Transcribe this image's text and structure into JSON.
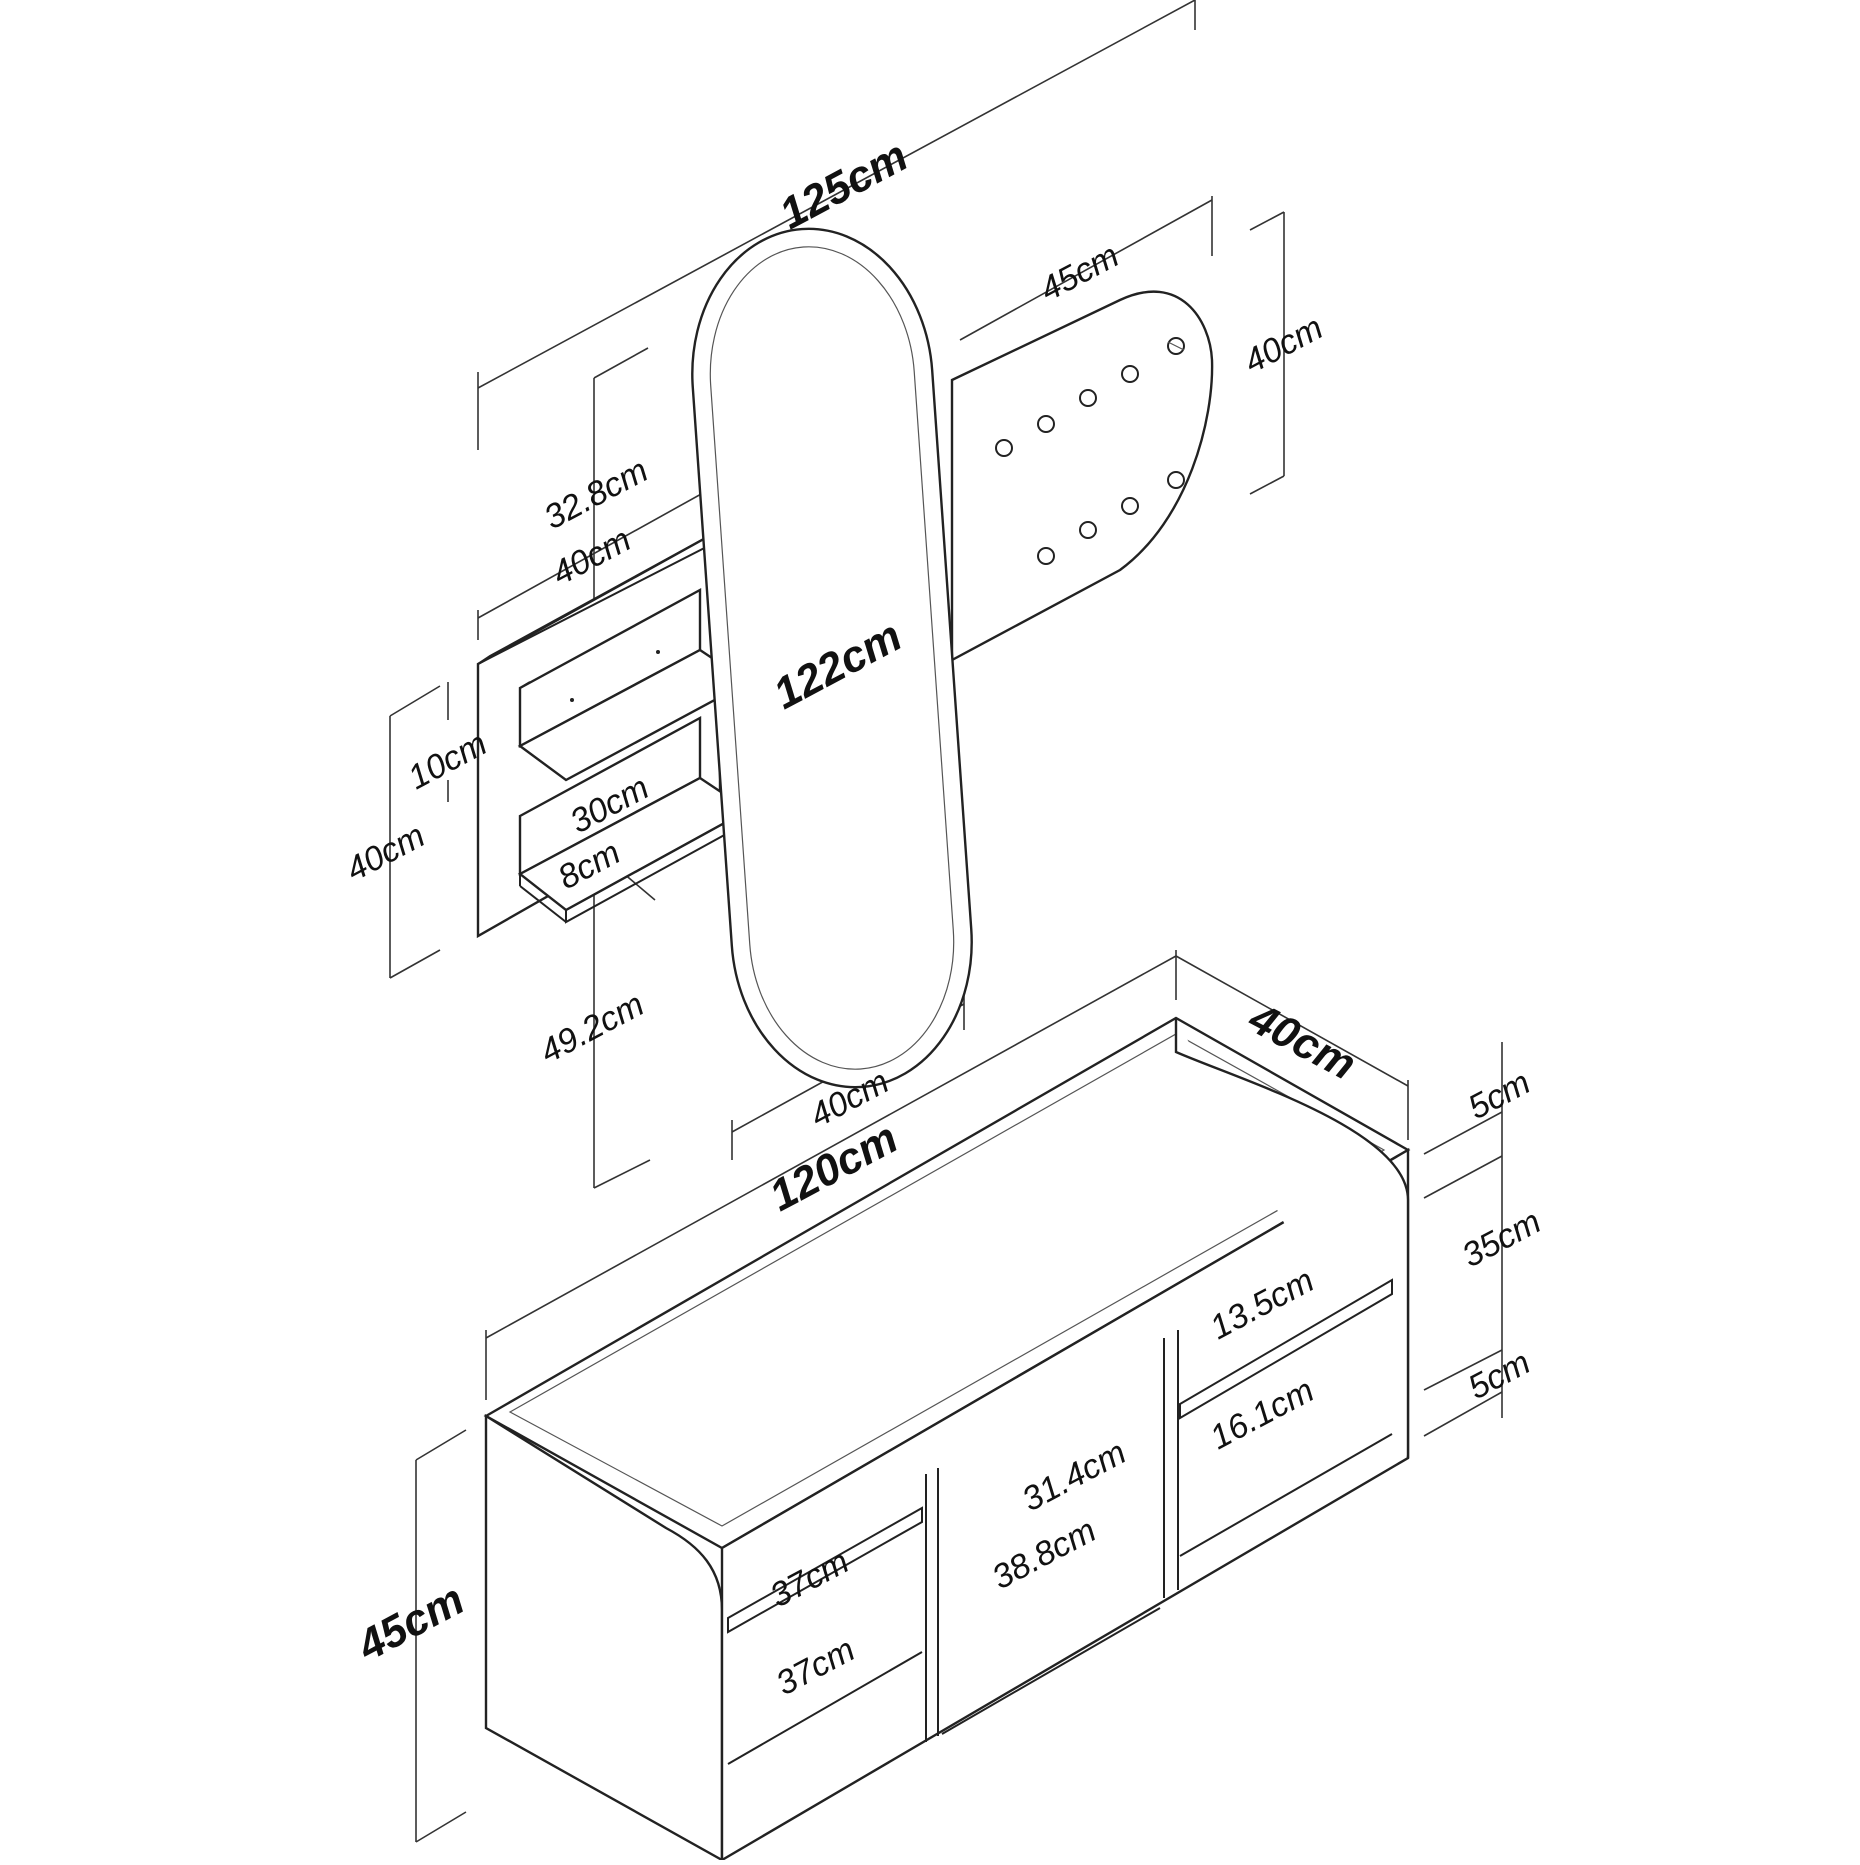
{
  "drawing": {
    "colors": {
      "line": "#222222",
      "background": "#ffffff"
    },
    "labels": {
      "overall_width": "125cm",
      "panel_top_gap": "32.8cm",
      "shelf_panel_width": "40cm",
      "shelf_spacing": "10cm",
      "shelf_panel_height": "40cm",
      "shelf_depth": "8cm",
      "shelf_length": "30cm",
      "panel_bottom_gap": "49.2cm",
      "mirror_height": "122cm",
      "mirror_width": "40cm",
      "hook_panel_width": "45cm",
      "hook_panel_height": "40cm",
      "bench_width": "120cm",
      "bench_depth": "40cm",
      "bench_height": "45cm",
      "top_thickness": "5cm",
      "side_height": "35cm",
      "base_thickness": "5cm",
      "right_upper_gap": "13.5cm",
      "right_lower_gap": "16.1cm",
      "center_gap": "31.4cm",
      "center_width": "38.8cm",
      "left_upper_width": "37cm",
      "left_lower_width": "37cm"
    }
  }
}
